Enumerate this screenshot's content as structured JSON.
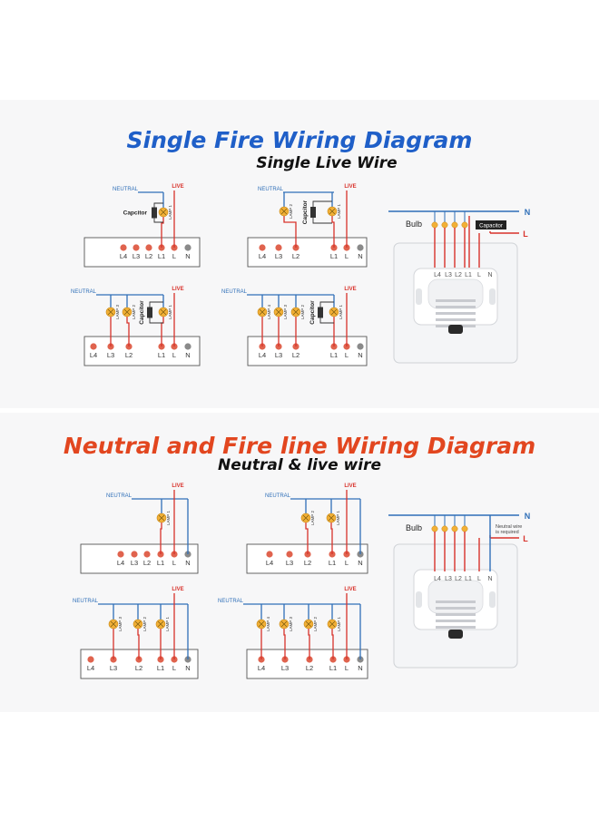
{
  "sections": [
    {
      "title": "Single Fire Wiring Diagram",
      "subtitle": "Single Live Wire",
      "title_color": "#1f5fc8"
    },
    {
      "title": "Neutral and Fire line Wiring Diagram",
      "subtitle": "Neutral & live wire",
      "title_color": "#e2461f"
    }
  ],
  "labels": {
    "neutral": "NEUTRAL",
    "live": "LIVE",
    "capacitor": "Capcitor",
    "capacitor_box": "Capacitor",
    "bulb": "Bulb",
    "n": "N",
    "l": "L",
    "neutral_required": "Neutral wire is required",
    "lamp1": "LAMP 1",
    "lamp2": "LAMP 2",
    "lamp3": "LAMP 3",
    "lamp4": "LAMP 4"
  },
  "terminals": {
    "l4": "L4",
    "l3": "L3",
    "l2": "L2",
    "l1": "L1",
    "l": "L",
    "n": "N"
  },
  "colors": {
    "neutral_wire": "#2f6fb8",
    "live_wire": "#d8322b",
    "lamp": "#f2b036",
    "terminal_red": "#e0634e",
    "terminal_gray": "#8a8a8a",
    "title_blue": "#1f5fc8",
    "title_red": "#e2461f"
  }
}
